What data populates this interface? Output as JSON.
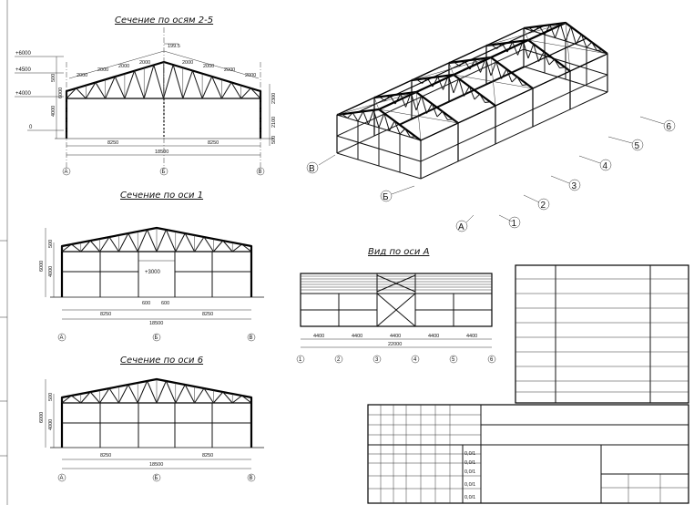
{
  "views": {
    "section_2_5": {
      "title": "Сечение по осям 2-5",
      "levels": [
        "+6000",
        "+4500",
        "+4000",
        "0"
      ],
      "top_dims": [
        "199.5",
        "2000",
        "2000",
        "2000",
        "2000",
        "2000",
        "2000",
        "2000",
        "2000"
      ],
      "left_dims": [
        "500",
        "4000",
        "6000"
      ],
      "right_dims": [
        "2300",
        "2100",
        "500"
      ],
      "bottom_dims": [
        "8250",
        "8250",
        "18500"
      ],
      "axes": [
        "A",
        "Б",
        "В"
      ]
    },
    "section_1": {
      "title": "Сечение по оси 1",
      "level_mark": "+3000",
      "left_dims": [
        "500",
        "4000",
        "6000"
      ],
      "bottom_dims": [
        "8250",
        "8250",
        "18500"
      ],
      "gate_dims": [
        "600",
        "600"
      ],
      "axes": [
        "A",
        "Б",
        "В"
      ]
    },
    "section_6": {
      "title": "Сечение по оси 6",
      "left_dims": [
        "500",
        "4000",
        "6000"
      ],
      "bottom_dims": [
        "8250",
        "8250",
        "18500"
      ],
      "axes": [
        "A",
        "Б",
        "В"
      ]
    },
    "view_a": {
      "title": "Вид по оси А",
      "bottom_dims": [
        "4400",
        "4400",
        "4400",
        "4400",
        "4400",
        "22000"
      ],
      "axes": [
        "1",
        "2",
        "3",
        "4",
        "5",
        "6"
      ]
    },
    "isometric": {
      "axis_numbers": [
        "1",
        "2",
        "3",
        "4",
        "5",
        "6"
      ],
      "axis_letters": [
        "A",
        "Б",
        "В"
      ]
    }
  },
  "stamp": {
    "sheet_marks": [
      "0,0/1",
      "0,0/1",
      "0,0/1",
      "0,0/1",
      "0,0/1"
    ]
  }
}
